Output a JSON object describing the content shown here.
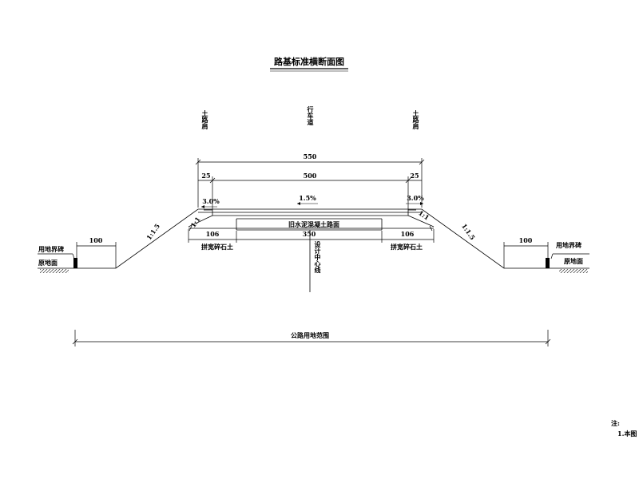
{
  "title": "路基标准横断面图",
  "top_labels": {
    "left": "土路肩",
    "center": "行车道",
    "right": "土路肩"
  },
  "dims": {
    "total_width": "550",
    "inner_width": "500",
    "shoulder_left": "25",
    "shoulder_right": "25",
    "widening_left": "106",
    "widening_right": "106",
    "old_width": "350",
    "boundary_left": "100",
    "boundary_right": "100"
  },
  "slopes": {
    "crown": "1.5%",
    "shoulder_left": "3.0%",
    "shoulder_right": "3.0%",
    "fill_left": "1:1.5",
    "fill_right": "1:1.5",
    "inner_left": "1:1",
    "inner_right": "1:1"
  },
  "annotations": {
    "old_pavement": "旧水泥混凝土路面",
    "widening_left": "拼宽碎石土",
    "widening_right": "拼宽碎石土",
    "center_line": "设计中心线",
    "boundary_marker_left": "用地界碑",
    "boundary_marker_right": "用地界碑",
    "ground_left": "原地面",
    "ground_right": "原地面",
    "land_range": "公路用地范围"
  },
  "notes": {
    "heading": "注:",
    "item1": "1.本图"
  }
}
